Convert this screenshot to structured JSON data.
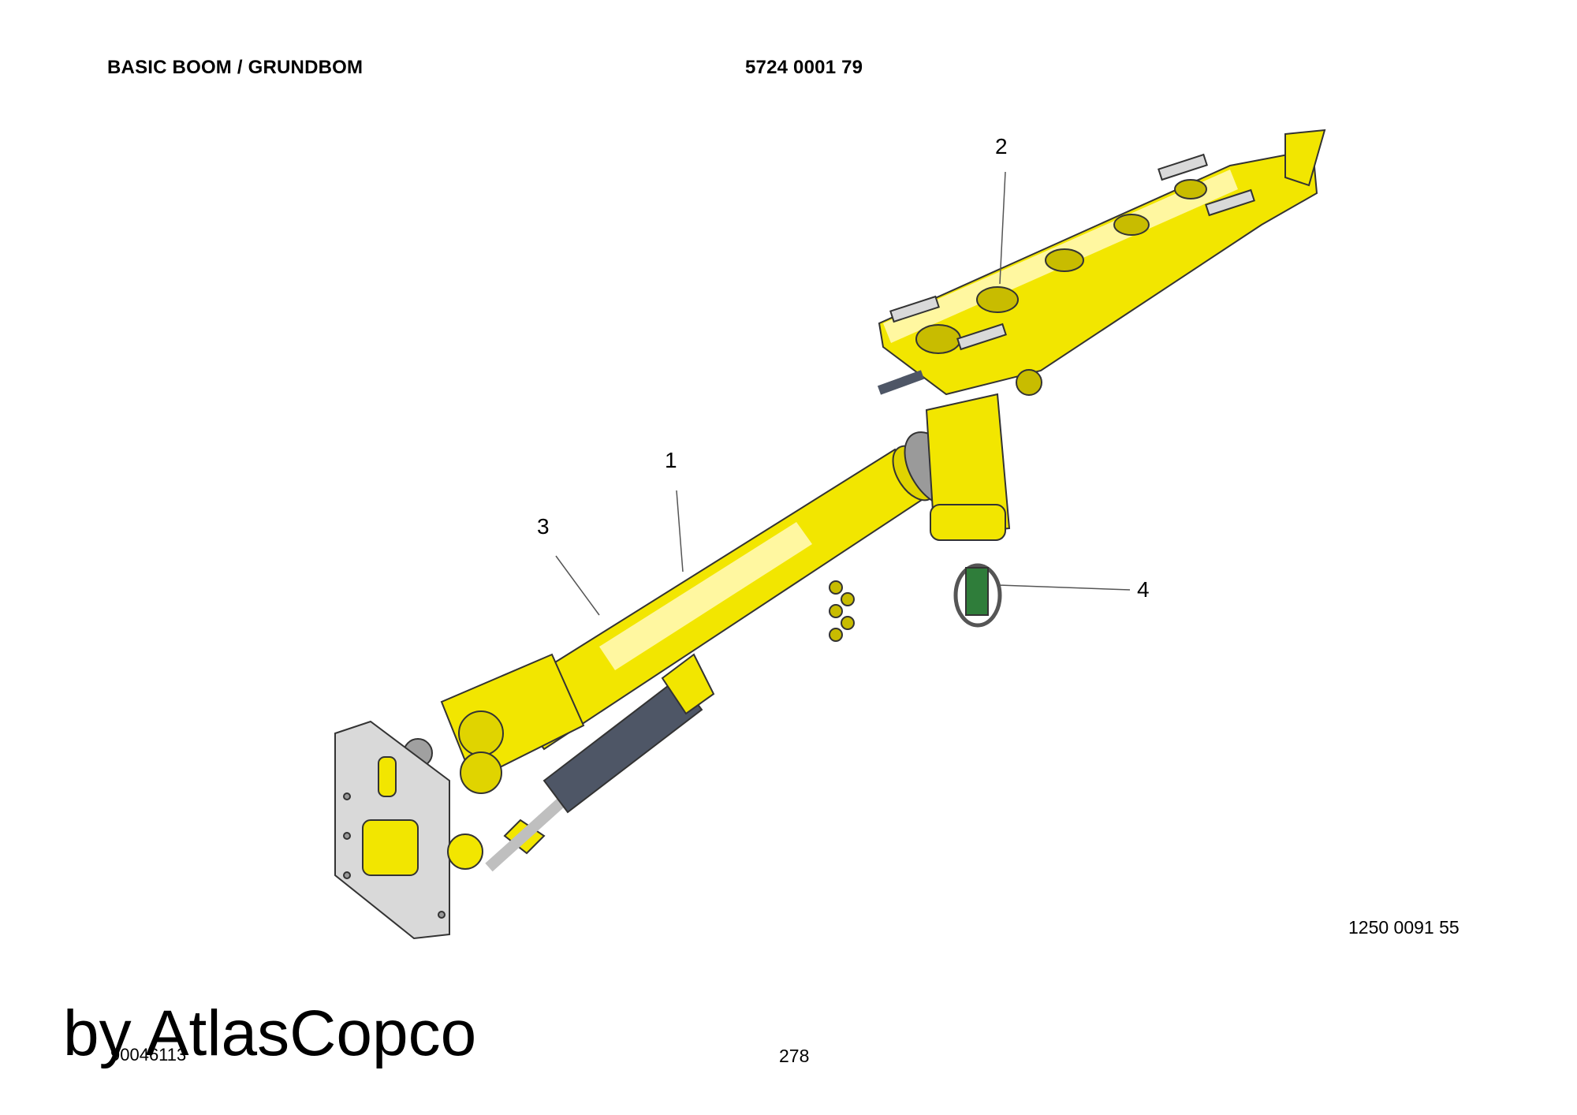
{
  "header": {
    "title": "BASIC BOOM / GRUNDBOM",
    "part_number": "5724 0001 79"
  },
  "callouts": [
    "1",
    "2",
    "3",
    "4"
  ],
  "drawing_number": "1250 0091 55",
  "footer": {
    "doc_code": "90046113",
    "page_number": "278",
    "watermark": "by AtlasCopco"
  },
  "colors": {
    "boom_yellow": "#f2e600",
    "cylinder_gray": "#4e5666",
    "plate_gray": "#d9d9d9",
    "valve_green": "#2f7d3a"
  }
}
